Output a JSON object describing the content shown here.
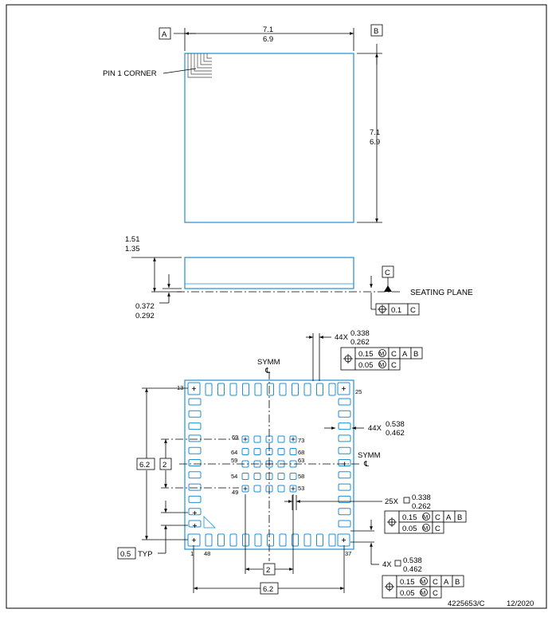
{
  "top_view": {
    "datum_a": "A",
    "datum_b": "B",
    "width_max": "7.1",
    "width_min": "6.9",
    "height_max": "7.1",
    "height_min": "6.9",
    "pin1_label": "PIN 1 CORNER"
  },
  "side_view": {
    "height_max": "1.51",
    "height_min": "1.35",
    "standoff_max": "0.372",
    "standoff_min": "0.292",
    "datum_c": "C",
    "seating_plane": "SEATING PLANE",
    "flatness_tol": "0.1",
    "flatness_ref": "C"
  },
  "bottom_view": {
    "pad_width_count": "44X",
    "pad_width_max": "0.338",
    "pad_width_min": "0.262",
    "fcf_pos_1": "0.15",
    "fcf_pos_2": "0.05",
    "fcf_c": "C",
    "fcf_a": "A",
    "fcf_b": "B",
    "symm": "SYMM",
    "cl_symbol": "℄",
    "pin_13": "13",
    "pin_25": "25",
    "pin_1": "1",
    "pin_48": "48",
    "pin_37": "37",
    "pad_len_count": "44X",
    "pad_len_max": "0.538",
    "pad_len_min": "0.462",
    "inner_row_1": [
      "69",
      "73"
    ],
    "inner_row_2": [
      "64",
      "68"
    ],
    "inner_row_3": [
      "59",
      "63"
    ],
    "inner_row_4": [
      "54",
      "58"
    ],
    "inner_row_5": [
      "49",
      "53"
    ],
    "dim_6_2": "6.2",
    "dim_2": "2",
    "thermal_count": "25X",
    "thermal_max": "0.338",
    "thermal_min": "0.262",
    "pitch": "0.5",
    "typ": "TYP",
    "corner_count": "4X",
    "corner_max": "0.538",
    "corner_min": "0.462"
  },
  "footer": {
    "doc_number": "4225653/C",
    "date": "12/2020"
  }
}
